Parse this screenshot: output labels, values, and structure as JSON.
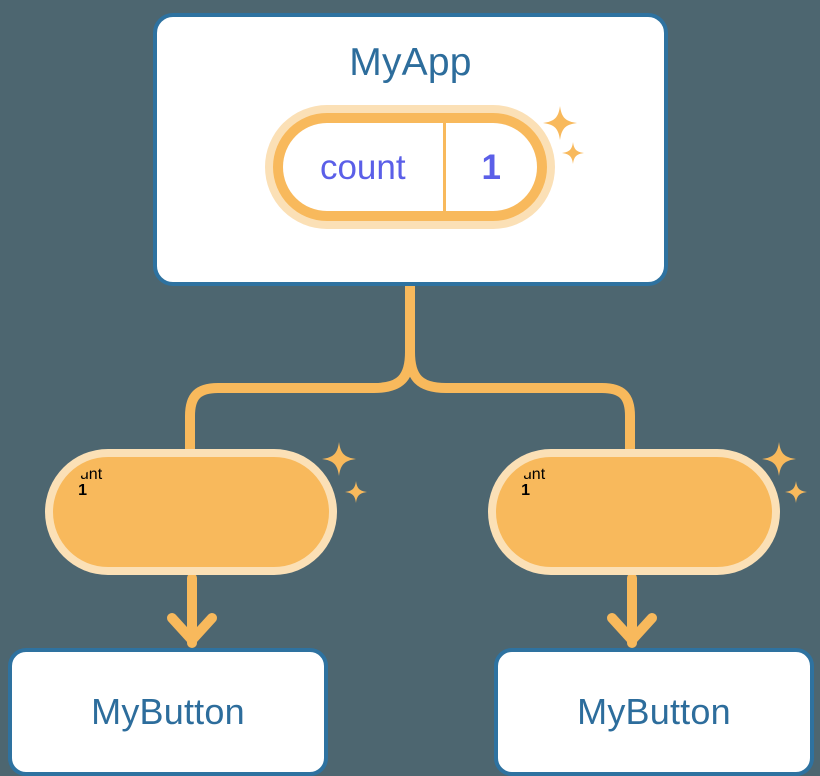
{
  "diagram": {
    "type": "component-state-tree",
    "background_color": "#4d6670",
    "accent_orange": "#f8b95c",
    "accent_orange_pale": "#fbe0b6",
    "accent_blue": "#2e72a0",
    "accent_indigo": "#6064dd",
    "title_color": "#2d6d9c"
  },
  "root": {
    "title": "MyApp",
    "state": {
      "key": "count",
      "value": "1"
    },
    "sparkle_big": "sparkle-icon",
    "sparkle_small": "sparkle-icon"
  },
  "children": [
    {
      "state": {
        "key": "count",
        "value": "1"
      },
      "label": "MyButton",
      "sparkle_big": "sparkle-icon",
      "sparkle_small": "sparkle-icon"
    },
    {
      "state": {
        "key": "count",
        "value": "1"
      },
      "label": "MyButton",
      "sparkle_big": "sparkle-icon",
      "sparkle_small": "sparkle-icon"
    }
  ],
  "connectors": {
    "trunk": "vertical-line-from-root",
    "branch_left": "elbow-to-left-child",
    "branch_right": "elbow-to-right-child",
    "arrow_left": "arrow-down-to-left-button",
    "arrow_right": "arrow-down-to-right-button"
  }
}
